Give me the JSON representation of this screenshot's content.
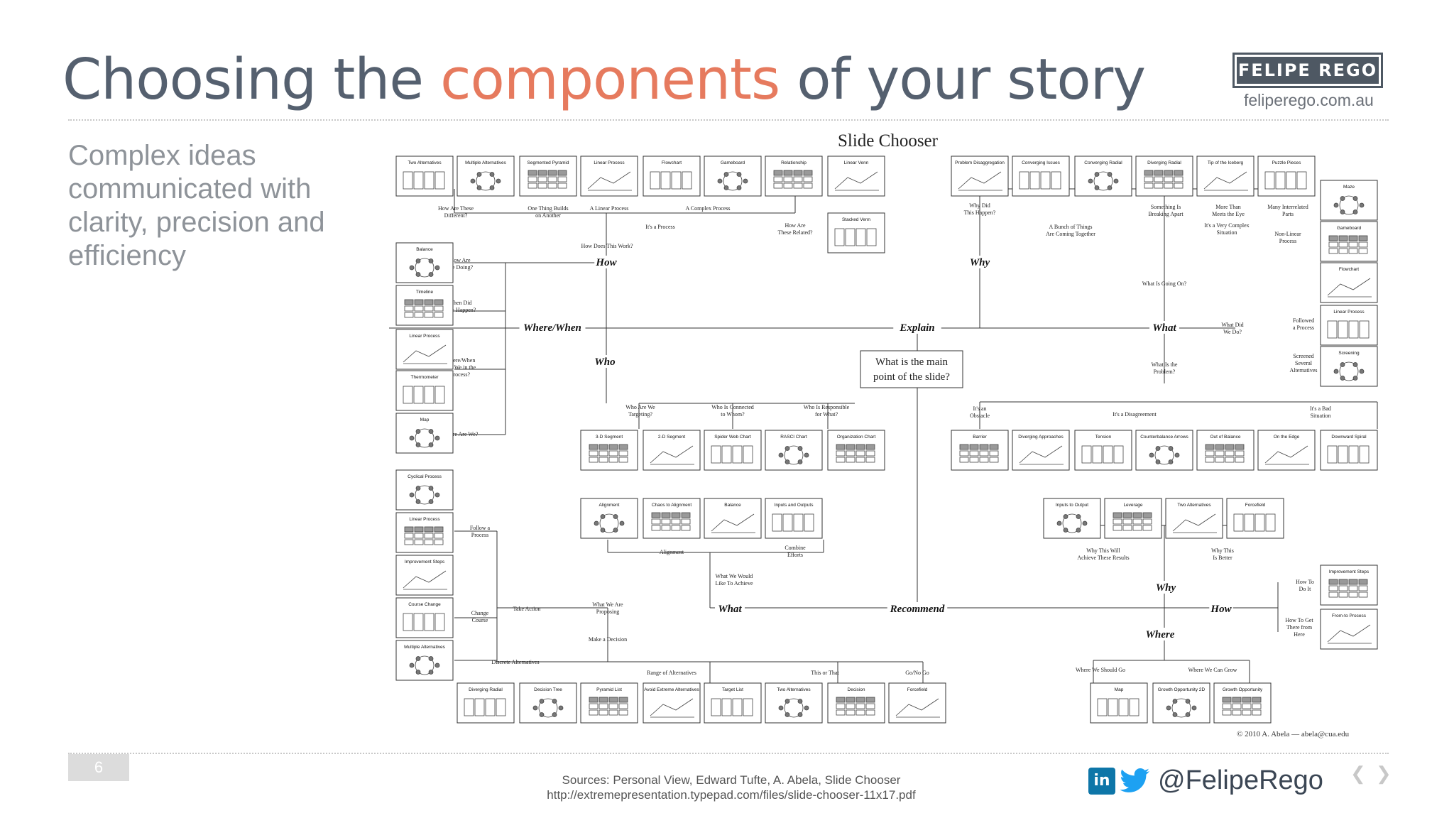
{
  "header": {
    "title_pre": "Choosing the ",
    "title_hl": "components",
    "title_post": " of your story",
    "logo": "FELIPE REGO",
    "url": "feliperego.com.au"
  },
  "sidebar": {
    "text": "Complex ideas communicated with clarity, precision and efficiency"
  },
  "diagram": {
    "title": "Slide Chooser",
    "copyright": "© 2010  A. Abela — abela@cua.edu",
    "center_question": [
      "What is the main",
      "point of the slide?"
    ],
    "nodes": {
      "explain": "Explain",
      "recommend": "Recommend",
      "where_when": "Where/When",
      "how_top": "How",
      "who": "Who",
      "why_top": "Why",
      "what_top": "What",
      "what_bottom": "What",
      "why_bottom": "Why",
      "how_bottom": "How",
      "where_bottom": "Where"
    },
    "labels": {
      "how_are_these_different": [
        "How Are These",
        "Different?"
      ],
      "one_thing_builds": [
        "One Thing Builds",
        "on Another"
      ],
      "a_linear_process": "A Linear Process",
      "a_complex_process": "A Complex Process",
      "its_a_process": "It's a Process",
      "how_are_these_related": [
        "How Are",
        "These Related?"
      ],
      "how_does_this_work": "How Does This Work?",
      "how_are_we_doing": [
        "How Are",
        "We Doing?"
      ],
      "when_did_this_happen": [
        "When Did",
        "This Happen?"
      ],
      "where_when_process": [
        "Where/When",
        "Are We in the",
        "Process?"
      ],
      "where_are_we": "Where Are We?",
      "who_targeting": [
        "Who Are We",
        "Targeting?"
      ],
      "who_connected": [
        "Who Is Connected",
        "to Whom?"
      ],
      "who_responsible": [
        "Who Is Responsible",
        "for What?"
      ],
      "why_did_this_happen": [
        "Why Did",
        "This Happen?"
      ],
      "bunch_of_things": [
        "A Bunch of Things",
        "Are Coming Together"
      ],
      "something_breaking": [
        "Something Is",
        "Breaking Apart"
      ],
      "more_than_meets": [
        "More Than",
        "Meets the Eye"
      ],
      "very_complex": [
        "It's a Very Complex",
        "Situation"
      ],
      "many_interrelated": [
        "Many Interrelated",
        "Parts"
      ],
      "non_linear": [
        "Non-Linear",
        "Process"
      ],
      "what_is_going_on": "What Is Going On?",
      "what_did_we_do": [
        "What Did",
        "We Do?"
      ],
      "followed_process": [
        "Followed",
        "a Process"
      ],
      "screened": [
        "Screened",
        "Several",
        "Alternatives"
      ],
      "what_is_problem": [
        "What Is the",
        "Problem?"
      ],
      "its_an_obstacle": [
        "It's an",
        "Obstacle"
      ],
      "its_a_disagreement": "It's a Disagreement",
      "its_a_bad_situation": [
        "It's a Bad",
        "Situation"
      ],
      "alignment": "Alignment",
      "combine_efforts": [
        "Combine",
        "Efforts"
      ],
      "what_we_would_achieve": [
        "What We Would",
        "Like To Achieve"
      ],
      "what_we_are_proposing": [
        "What We Are",
        "Proposing"
      ],
      "make_a_decision": "Make a Decision",
      "take_action": "Take Action",
      "follow_a_process": [
        "Follow a",
        "Process"
      ],
      "change_course": [
        "Change",
        "Course"
      ],
      "discrete_alternatives": "Discrete Alternatives",
      "range_of_alternatives": "Range of Alternatives",
      "this_or_that": "This or That",
      "go_no_go": "Go/No Go",
      "why_this_will_achieve": [
        "Why This Will",
        "Achieve These Results"
      ],
      "why_this_is_better": [
        "Why This",
        "Is Better"
      ],
      "how_to_do_it": [
        "How To",
        "Do It"
      ],
      "how_to_get_there": [
        "How To Get",
        "There from",
        "Here"
      ],
      "where_we_should_go": "Where We Should Go",
      "where_we_can_grow": "Where We Can Grow"
    },
    "cards": {
      "two_alternatives_a": "Two Alternatives",
      "multiple_alternatives_a": "Multiple Alternatives",
      "segmented_pyramid": "Segmented Pyramid",
      "linear_process_a": "Linear Process",
      "flowchart_a": "Flowchart",
      "gameboard_a": "Gameboard",
      "relationship": "Relationship",
      "linear_venn": "Linear Venn",
      "stacked_venn": "Stacked Venn",
      "balance_a": "Balance",
      "timeline": "Timeline",
      "linear_process_b": "Linear Process",
      "thermometer": "Thermometer",
      "map_a": "Map",
      "segment_3d": "3-D Segment",
      "segment_2d": "2-D Segment",
      "spider_web": "Spider Web Chart",
      "rasci": "RASCI Chart",
      "org_chart": "Organization Chart",
      "problem_disaggregation": "Problem Disaggregation",
      "converging_issues": "Converging Issues",
      "converging_radial": "Converging Radial",
      "diverging_radial_a": "Diverging Radial",
      "tip_iceberg": "Tip of the Iceberg",
      "puzzle_pieces": "Puzzle Pieces",
      "maze": "Maze",
      "gameboard_b": "Gameboard",
      "flowchart_b": "Flowchart",
      "linear_process_c": "Linear Process",
      "screening": "Screening",
      "barrier": "Barrier",
      "diverging_approaches": "Diverging Approaches",
      "tension": "Tension",
      "counterbalance": "Counterbalance Arrows",
      "out_of_balance": "Out of Balance",
      "on_the_edge": "On the Edge",
      "downward_spiral": "Downward Spiral",
      "alignment": "Alignment",
      "chaos_to_alignment": "Chaos to Alignment",
      "balance_b": "Balance",
      "inputs_outputs": "Inputs and Outputs",
      "inputs_to_output": "Inputs to Output",
      "leverage": "Leverage",
      "two_alternatives_b": "Two Alternatives",
      "forcefield_a": "Forcefield",
      "cyclical_process": "Cyclical Process",
      "linear_process_d": "Linear Process",
      "improvement_steps_a": "Improvement Steps",
      "course_change": "Course Change",
      "multiple_alternatives_b": "Multiple Alternatives",
      "improvement_steps_b": "Improvement Steps",
      "from_to_process": "From-to Process",
      "diverging_radial_b": "Diverging Radial",
      "decision_tree": "Decision Tree",
      "pyramid_list": "Pyramid List",
      "avoid_extreme": "Avoid Extreme Alternatives",
      "target_list": "Target List",
      "two_alternatives_c": "Two Alternatives",
      "decision": "Decision",
      "forcefield_b": "Forcefield",
      "map_b": "Map",
      "growth_2d": "Growth Opportunity 2D",
      "growth": "Growth Opportunity"
    }
  },
  "footer": {
    "page_number": "6",
    "sources_line1": "Sources: Personal View, Edward Tufte,  A. Abela, Slide Chooser",
    "sources_line2": "http://extremepresentation.typepad.com/files/slide-chooser-11x17.pdf",
    "handle": "@FelipeRego"
  },
  "colors": {
    "title": "#55606f",
    "accent": "#e67a5e",
    "logo_bg": "#4e5863",
    "body_text": "#8e9399"
  },
  "icons": {
    "linkedin": "linkedin-icon",
    "twitter": "twitter-bird-icon",
    "prev": "chevron-left-icon",
    "next": "chevron-right-icon"
  }
}
